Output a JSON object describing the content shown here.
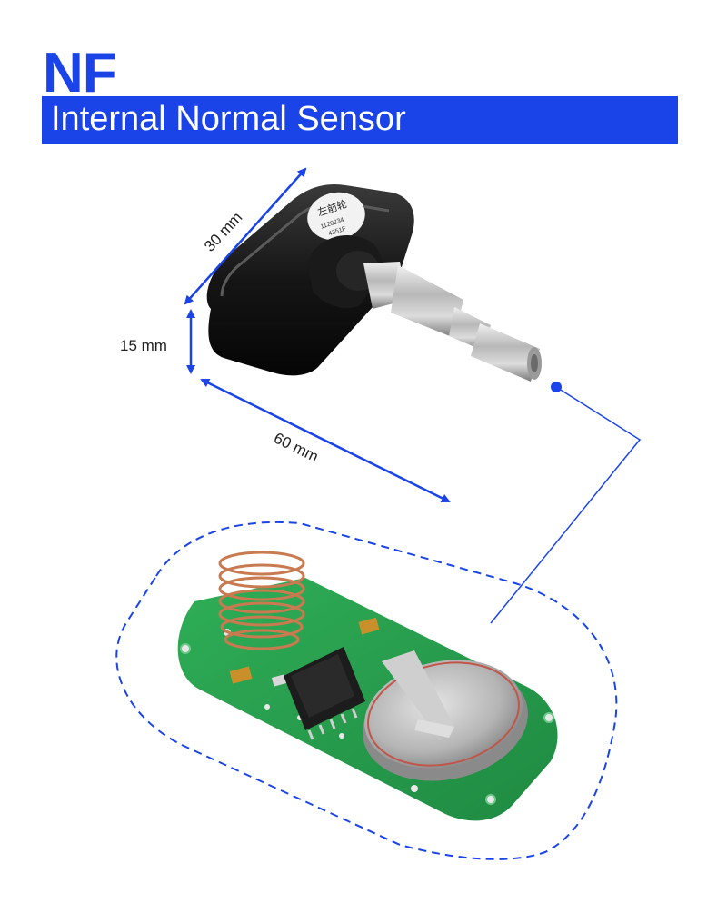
{
  "header": {
    "brand": "NF",
    "subtitle": "Internal Normal Sensor"
  },
  "dimensions": {
    "width": "30 mm",
    "height": "15 mm",
    "length": "60 mm"
  },
  "sensor_label": {
    "line1": "左前轮",
    "line2": "1120234",
    "line3": "4351F"
  },
  "colors": {
    "accent": "#1a44e8",
    "pcb": "#2a9a4e"
  }
}
